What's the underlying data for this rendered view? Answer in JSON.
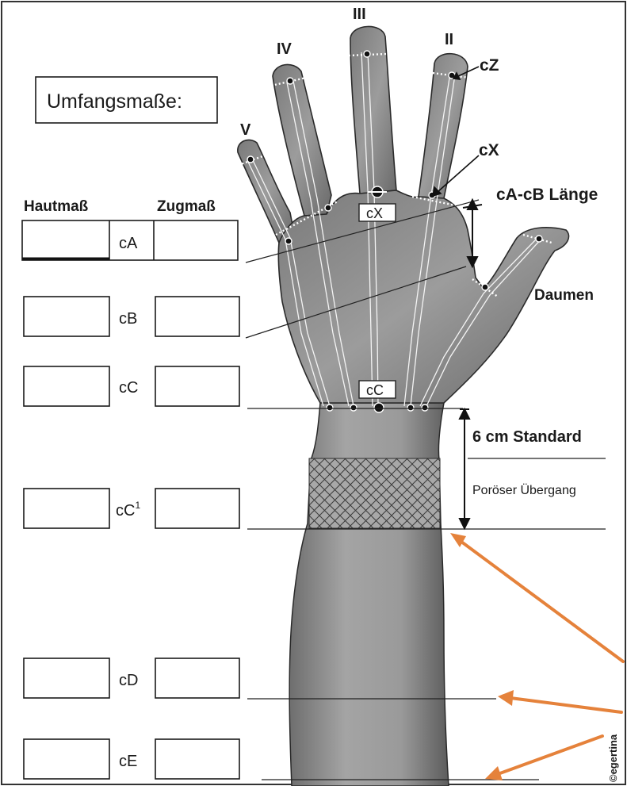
{
  "title": "Umfangsmaße:",
  "column_headers": {
    "skin": "Hautmaß",
    "pull": "Zugmaß"
  },
  "rows": [
    {
      "label": "cA",
      "skin_value": "",
      "pull_value": ""
    },
    {
      "label": "cB",
      "skin_value": "",
      "pull_value": ""
    },
    {
      "label": "cC",
      "skin_value": "",
      "pull_value": ""
    },
    {
      "label": "cC",
      "label_sup": "1",
      "skin_value": "",
      "pull_value": ""
    },
    {
      "label": "cD",
      "skin_value": "",
      "pull_value": ""
    },
    {
      "label": "cE",
      "skin_value": "",
      "pull_value": ""
    }
  ],
  "fingers": {
    "thumb": "Daumen",
    "index": "II",
    "middle": "III",
    "ring": "IV",
    "little": "V"
  },
  "points": {
    "cZ": "cZ",
    "cX_top": "cX",
    "cX_tag": "cX",
    "cC_tag": "cC"
  },
  "annotations": {
    "length": "cA-cB Länge",
    "standard": "6 cm Standard",
    "transition": "Poröser Übergang"
  },
  "copyright": "©egertina",
  "colors": {
    "arrow": "#e5823b",
    "skin": "#8a8a8a",
    "outline": "#1a1a1a"
  }
}
